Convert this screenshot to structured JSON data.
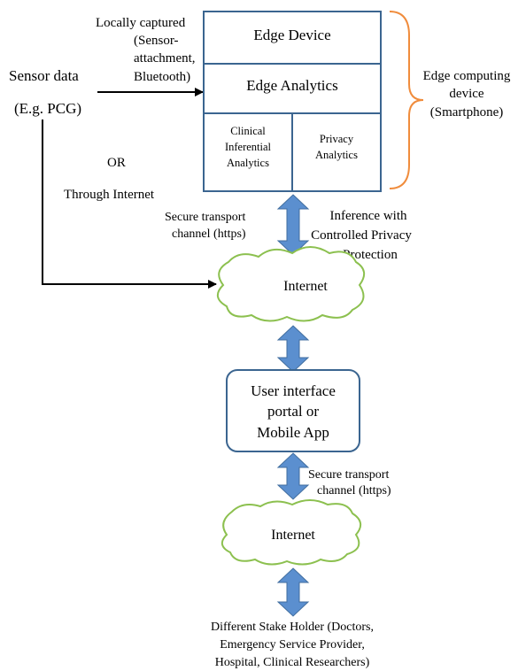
{
  "sensor": {
    "line1": "Sensor data",
    "line2": "(E.g. PCG)"
  },
  "local_capture": {
    "line1": "Locally captured",
    "line2": "(Sensor-",
    "line3": "attachment,",
    "line4": "Bluetooth)"
  },
  "alternative": {
    "or": "OR",
    "through": "Through Internet"
  },
  "edge_box": {
    "device": "Edge Device",
    "analytics": "Edge Analytics",
    "clinical_line1": "Clinical",
    "clinical_line2": "Inferential",
    "clinical_line3": "Analytics",
    "privacy_line1": "Privacy",
    "privacy_line2": "Analytics"
  },
  "edge_brace_label": {
    "line1": "Edge computing",
    "line2": "device",
    "line3": "(Smartphone)"
  },
  "transport_upper": {
    "line1": "Secure transport",
    "line2": "channel (https)"
  },
  "inference": {
    "line1": "Inference with",
    "line2": "Controlled Privacy",
    "line3": "Protection"
  },
  "internet_upper": "Internet",
  "user_interface": {
    "line1": "User interface",
    "line2": "portal or",
    "line3": "Mobile App"
  },
  "transport_lower": {
    "line1": "Secure transport",
    "line2": "channel (https)"
  },
  "internet_lower": "Internet",
  "stakeholders": {
    "line1": "Different Stake Holder (Doctors,",
    "line2": "Emergency Service Provider,",
    "line3": "Hospital, Clinical Researchers)"
  },
  "colors": {
    "box_border": "#3b6590",
    "arrow_fill": "#5b8fcf",
    "cloud_border": "#8cc04f",
    "brace": "#f08c3c"
  }
}
